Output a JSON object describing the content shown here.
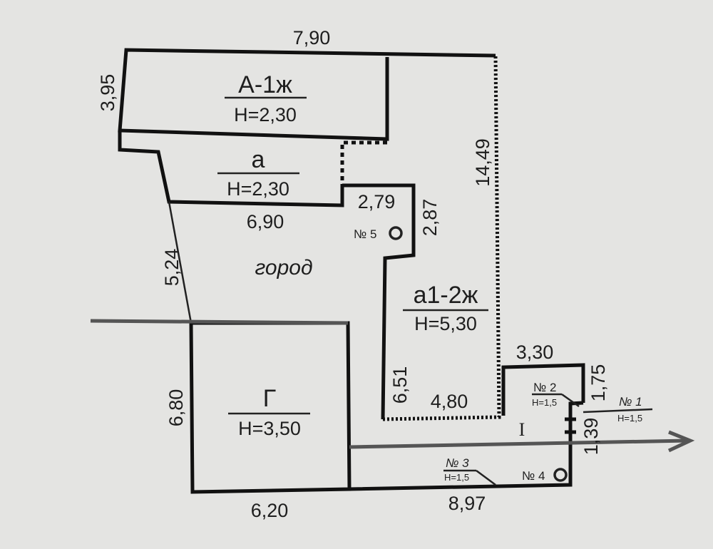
{
  "buildings": {
    "A": {
      "label": "А-1ж",
      "height": "Н=2,30"
    },
    "a": {
      "label": "а",
      "height": "Н=2,30"
    },
    "a1": {
      "label": "а1-2ж",
      "height": "Н=5,30"
    },
    "G": {
      "label": "Г",
      "height": "Н=3,50"
    }
  },
  "dimensions": {
    "top": "7,90",
    "left_a": "3,95",
    "a_bottom": "6,90",
    "diag_left": "5,24",
    "inner_w": "2,79",
    "inner_h": "2,87",
    "right": "14,49",
    "a1_left": "6,51",
    "a1_bottom": "4,80",
    "small_top": "3,30",
    "small_right": "1,75",
    "small_gap": "1,39",
    "g_left": "6,80",
    "g_bottom": "6,20",
    "bottom": "8,97"
  },
  "area_label": "город",
  "zone_label": "I",
  "markers": [
    {
      "label": "№ 1",
      "height": "Н=1,5"
    },
    {
      "label": "№ 2",
      "height": "Н=1,5"
    },
    {
      "label": "№ 3",
      "height": "Н=1,5"
    },
    {
      "label": "№ 4"
    },
    {
      "label": "№ 5"
    }
  ]
}
